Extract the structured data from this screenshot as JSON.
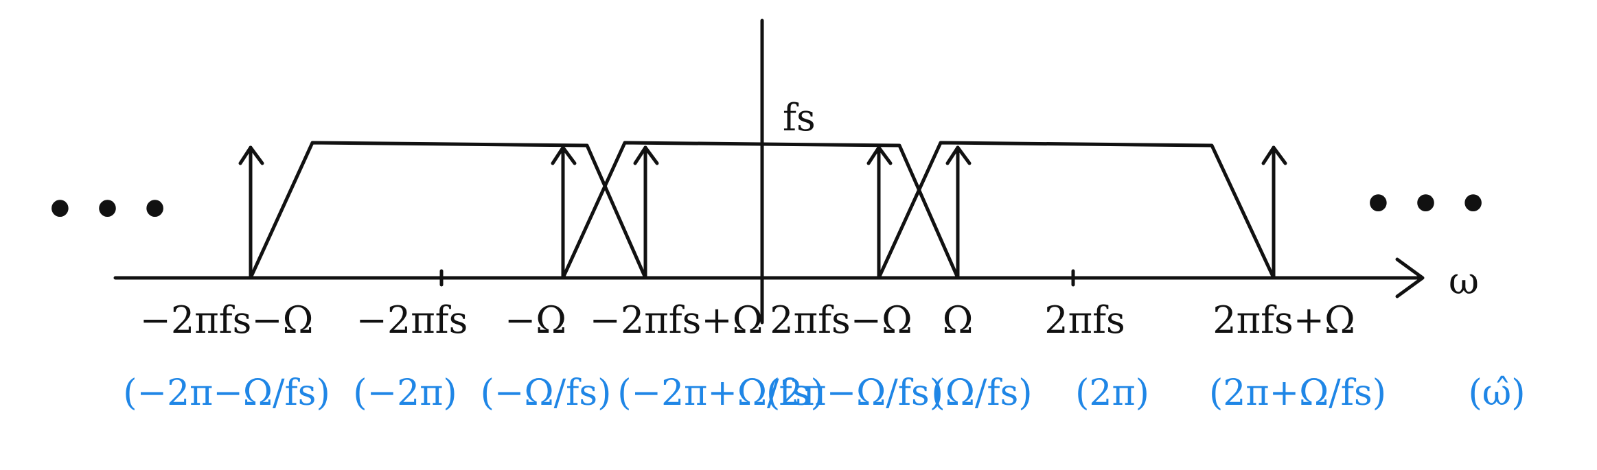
{
  "diagram": {
    "axis_label": "ω",
    "amplitude_label": "fs",
    "ellipsis_left": "• • •",
    "ellipsis_right": "• • •",
    "omega_labels": [
      "−2πfs−Ω",
      "−2πfs",
      "−Ω",
      "−2πfs+Ω",
      "2πfs−Ω",
      "Ω",
      "2πfs",
      "2πfs+Ω"
    ],
    "normalized_labels": [
      "(−2π−Ω/fs)",
      "(−2π)",
      "(−Ω/fs)",
      "(−2π+Ω/fs)",
      "(2π−Ω/fs)",
      "(Ω/fs)",
      "(2π)",
      "(2π+Ω/fs)",
      "(ω̂)"
    ],
    "colors": {
      "ink": "#111111",
      "annotation": "#1f86e6"
    }
  }
}
